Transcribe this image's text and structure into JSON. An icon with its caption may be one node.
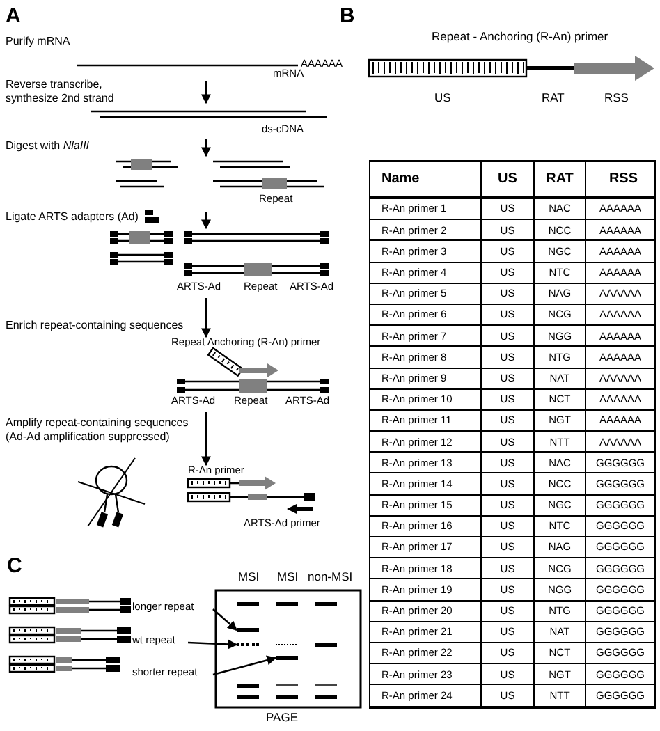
{
  "diagram": {
    "nodes": [
      {
        "text": [
          "AAAAAA",
          "mRNA"
        ]
      },
      {
        "text": [
          "ds-cDNA"
        ]
      },
      {
        "text": [
          "Repeat"
        ]
      },
      {
        "text": [
          "ARTS-Ad",
          "Repeat",
          "ARTS-Ad"
        ]
      },
      {
        "text": [
          "Repeat Anchoring (R-An) primer",
          "ARTS-Ad",
          "Repeat",
          "ARTS-Ad"
        ]
      },
      {
        "text": [
          "R-An primer",
          "ARTS-Ad primer"
        ]
      },
      {
        "text": [
          "Repeat - Anchoring (R-An) primer",
          "US",
          "RAT",
          "RSS"
        ]
      },
      {
        "text": [
          "longer repeat"
        ]
      },
      {
        "text": [
          "wt repeat"
        ]
      },
      {
        "text": [
          "shorter repeat"
        ]
      },
      {
        "text": [
          "MSI",
          "MSI",
          "non-MSI",
          "PAGE"
        ]
      },
      {
        "text": [],
        "shape": "bar",
        "in": 10
      },
      {
        "text": [],
        "shape": "bar",
        "in": 10
      },
      {
        "text": [],
        "shape": "bar",
        "in": 10
      }
    ],
    "edges": [
      {
        "from": 0,
        "to": 1,
        "arrow": "to"
      },
      {
        "from": 1,
        "to": 2,
        "arrow": "to"
      },
      {
        "from": 2,
        "to": 3,
        "arrow": "to"
      },
      {
        "from": 3,
        "to": 4,
        "arrow": "to"
      },
      {
        "from": 4,
        "to": 5,
        "arrow": "to"
      },
      {
        "from": 7,
        "to": 11,
        "arrow": "to"
      },
      {
        "from": 8,
        "to": 12,
        "arrow": "to"
      },
      {
        "from": 9,
        "to": 13,
        "arrow": "to"
      }
    ],
    "labels": [
      "A",
      "Purify mRNA",
      "Reverse transcribe, synthesize 2nd strand",
      "Digest with *NlaIII*",
      "Ligate ARTS adapters (Ad)",
      "Enrich repeat-containing sequences",
      "Amplify repeat-containing sequences (Ad-Ad amplification suppressed)",
      "B",
      "Name",
      "US",
      "RAT",
      "RSS",
      "R-An primer 1",
      "US",
      "NAC",
      "AAAAAA",
      "R-An primer 2",
      "US",
      "NCC",
      "AAAAAA",
      "R-An primer 3",
      "US",
      "NGC",
      "AAAAAA",
      "R-An primer 4",
      "US",
      "NTC",
      "AAAAAA",
      "R-An primer 5",
      "US",
      "NAG",
      "AAAAAA",
      "R-An primer 6",
      "US",
      "NCG",
      "AAAAAA",
      "R-An primer 7",
      "US",
      "NGG",
      "AAAAAA",
      "R-An primer 8",
      "US",
      "NTG",
      "AAAAAA",
      "R-An primer 9",
      "US",
      "NAT",
      "AAAAAA",
      "R-An primer 10",
      "US",
      "NCT",
      "AAAAAA",
      "R-An primer 11",
      "US",
      "NGT",
      "AAAAAA",
      "R-An primer 12",
      "US",
      "NTT",
      "AAAAAA",
      "R-An primer 13",
      "US",
      "NAC",
      "GGGGGG",
      "R-An primer 14",
      "US",
      "NCC",
      "GGGGGG",
      "R-An primer 15",
      "US",
      "NGC",
      "GGGGGG",
      "R-An primer 16",
      "US",
      "NTC",
      "GGGGGG",
      "R-An primer 17",
      "US",
      "NAG",
      "GGGGGG",
      "R-An primer 18",
      "US",
      "NCG",
      "GGGGGG",
      "R-An primer 19",
      "US",
      "NGG",
      "GGGGGG",
      "R-An primer 20",
      "US",
      "NTG",
      "GGGGGG",
      "R-An primer 21",
      "US",
      "NAT",
      "GGGGGG",
      "R-An primer 22",
      "US",
      "NCT",
      "GGGGGG",
      "R-An primer 23",
      "US",
      "NGT",
      "GGGGGG",
      "R-An primer 24",
      "US",
      "NTT",
      "GGGGGG",
      "C"
    ]
  }
}
